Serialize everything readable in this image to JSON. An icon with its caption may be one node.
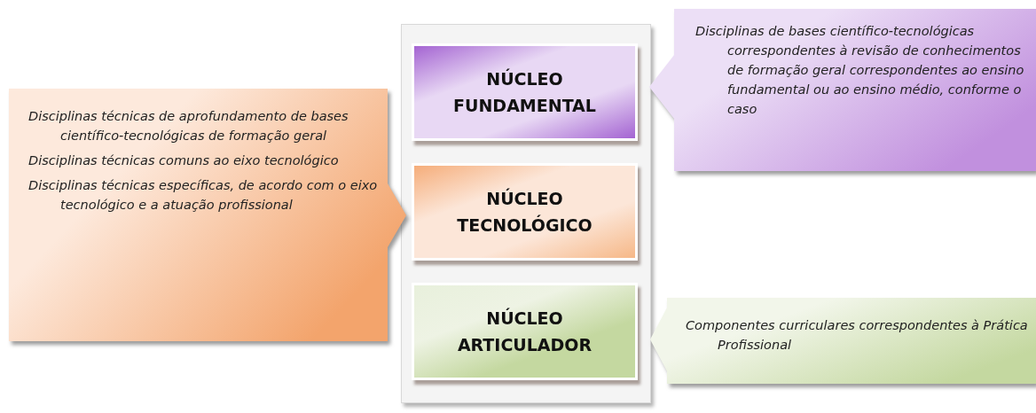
{
  "diagram": {
    "nodes": [
      {
        "text": [],
        "shape": "box"
      },
      {
        "text": [
          "NÚCLEO FUNDAMENTAL"
        ],
        "in": 0
      },
      {
        "text": [
          "NÚCLEO TECNOLÓGICO"
        ],
        "in": 0
      },
      {
        "text": [
          "NÚCLEO ARTICULADOR"
        ],
        "in": 0
      },
      {
        "text": [
          "Disciplinas técnicas de aprofundamento de bases científico-tecnológicas de formação geral",
          "Disciplinas técnicas comuns ao eixo tecnológico",
          "Disciplinas técnicas específicas, de acordo com o eixo tecnológico e a atuação profissional"
        ]
      },
      {
        "text": [
          "Disciplinas de bases científico-tecnológicas correspondentes à revisão de conhecimentos de formação geral correspondentes ao ensino fundamental ou ao ensino médio, conforme o caso"
        ]
      },
      {
        "text": [
          "Componentes curriculares correspondentes à Prática Profissional"
        ]
      }
    ]
  }
}
